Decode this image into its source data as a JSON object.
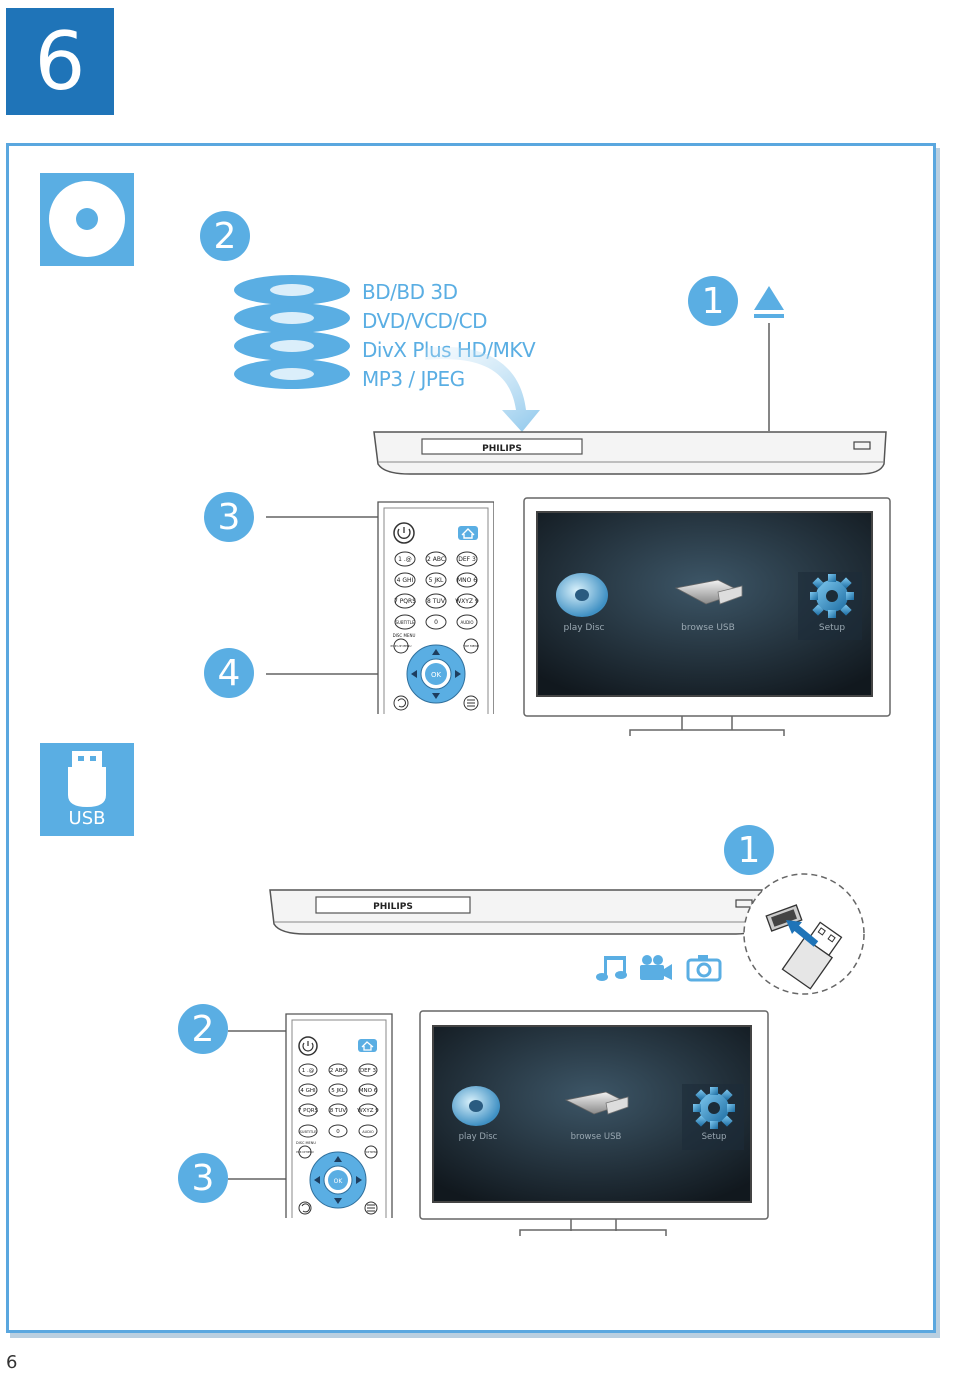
{
  "page": {
    "step_number": "6",
    "page_number": "6"
  },
  "disc_section": {
    "step_labels": {
      "insert": "2",
      "eject": "1",
      "home": "3",
      "navigate": "4"
    },
    "disc_types": [
      "BD/BD 3D",
      "DVD/VCD/CD",
      "DivX Plus HD/MKV",
      "MP3 / JPEG"
    ],
    "player_brand": "PHILIPS",
    "tv_menu": {
      "item1": "play Disc",
      "item2": "browse USB",
      "item3": "Setup"
    }
  },
  "usb_section": {
    "badge_label": "USB",
    "step_labels": {
      "connect": "1",
      "home": "2",
      "navigate": "3"
    },
    "player_brand": "PHILIPS",
    "tv_menu": {
      "item1": "play Disc",
      "item2": "browse USB",
      "item3": "Setup"
    },
    "media_icons": [
      "music-icon",
      "video-camera-icon",
      "photo-camera-icon"
    ]
  },
  "remote": {
    "keys": {
      "k1": "1 .@",
      "k2": "2 ABC",
      "k3": "DEF 3",
      "k4": "4 GHI",
      "k5": "5 JKL",
      "k6": "MNO 6",
      "k7": "7 PQRS",
      "k8": "8 TUV",
      "k9": "WXYZ 9",
      "subtitle": "SUBTITLE",
      "k0": "0",
      "audio": "AUDIO",
      "disc_menu": "DISC MENU",
      "popup": "POP-UP MENU",
      "top": "TOP MENU",
      "ok": "OK"
    }
  },
  "colors": {
    "accent": "#5aaee3",
    "step_box": "#1f74b8",
    "frame": "#5aa7df"
  }
}
